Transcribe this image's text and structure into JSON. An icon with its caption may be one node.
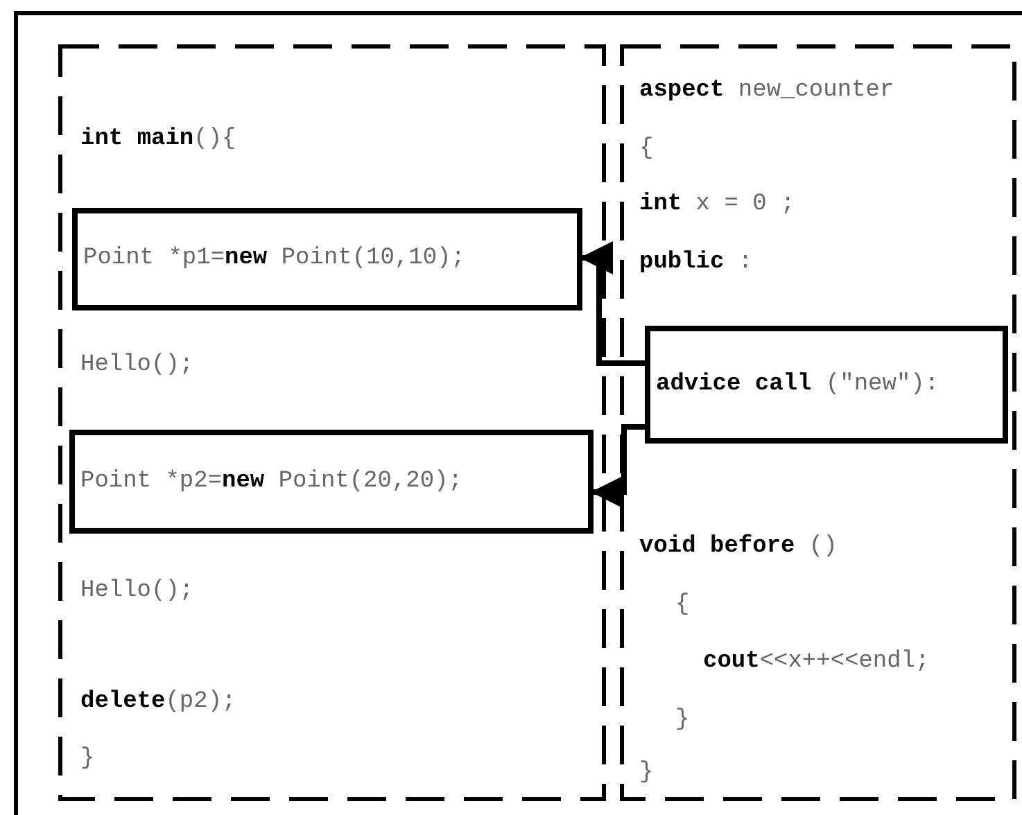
{
  "diagram": {
    "nodes": [
      {
        "text": [
          "**int** **main**(){",
          "Hello();",
          "Hello();",
          "**delete**(p2);",
          "}"
        ]
      },
      {
        "text": [
          "Point *p1=**new** Point(10,10);"
        ],
        "in": 0
      },
      {
        "text": [
          "Point *p2=**new** Point(20,20);"
        ],
        "in": 0
      },
      {
        "text": [
          "**aspect** new_counter",
          "{",
          "**int** x = 0 ;",
          "**public** :",
          "**void** **before** ()",
          "{",
          "**cout**<<x++<<endl;",
          "}",
          "}"
        ]
      },
      {
        "text": [
          "**advice** **call** (\"new\"):"
        ],
        "in": 3
      }
    ],
    "edges": [
      {
        "from": 4,
        "to": 1,
        "arrow": "to"
      },
      {
        "from": 4,
        "to": 2,
        "arrow": "to"
      }
    ]
  }
}
